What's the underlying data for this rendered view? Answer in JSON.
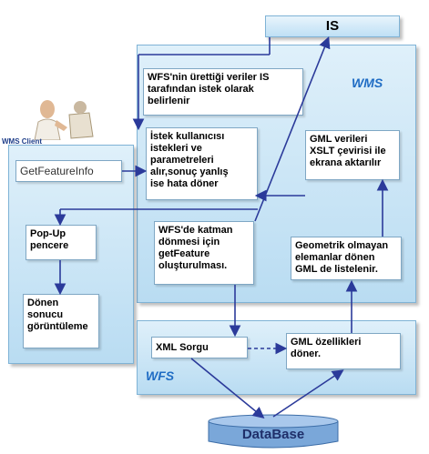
{
  "nodes": {
    "is": "IS",
    "wms": "WMS",
    "wms_client": "WMS Client",
    "wfs": "WFS",
    "database": "DataBase"
  },
  "notes": {
    "wms_request": "WFS'nin ürettiği veriler IS\ntarafından istek olarak\nbelirlenir",
    "parse_params": "İstek kullanıcısı\nistekleri ve\nparametreleri\nalır,sonuç yanlış\nise hata döner",
    "gml_xslt": "GML verileri\nXSLT çevirisi ile\nekrana aktarılır",
    "get_feature": "WFS'de katman\ndönmesi için\ngetFeature\noluşturulması.",
    "geometry_list": "Geometrik olmayan\nelemanlar dönen\nGML de listelenir.",
    "get_feature_info": "GetFeatureInfo",
    "popup": "Pop-Up\npencere",
    "display": "Dönen\nsonucu\ngörüntüleme",
    "xml_query": "XML Sorgu",
    "gml_features": "GML özellikleri\ndöner."
  },
  "colors": {
    "region_fill": "#c9e6f7",
    "arrow": "#2b3a9a",
    "label_blue": "#1f6cc4",
    "db_fill": "#7aa7d9"
  }
}
